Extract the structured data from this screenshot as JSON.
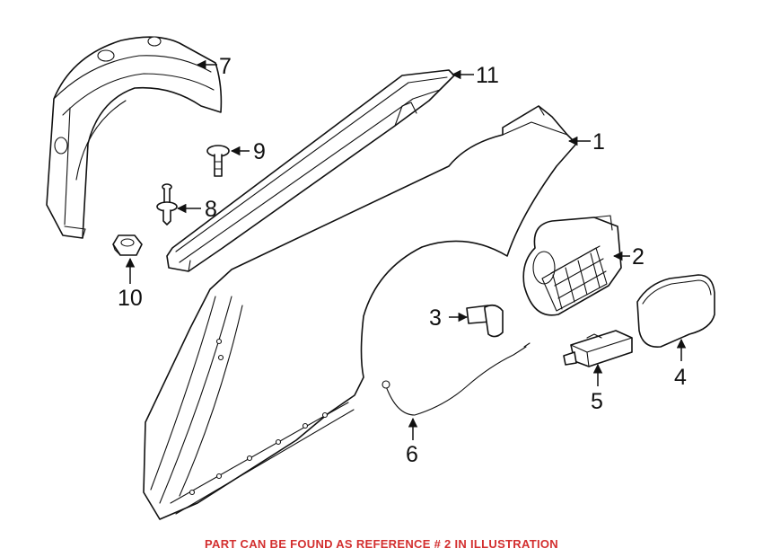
{
  "colors": {
    "line": "#111111",
    "note": "#d32f2f",
    "background": "#ffffff"
  },
  "callouts": {
    "c1": "1",
    "c2": "2",
    "c3": "3",
    "c4": "4",
    "c5": "5",
    "c6": "6",
    "c7": "7",
    "c8": "8",
    "c9": "9",
    "c10": "10",
    "c11": "11"
  },
  "footer": {
    "note": "PART CAN BE FOUND AS REFERENCE # 2 IN ILLUSTRATION"
  }
}
